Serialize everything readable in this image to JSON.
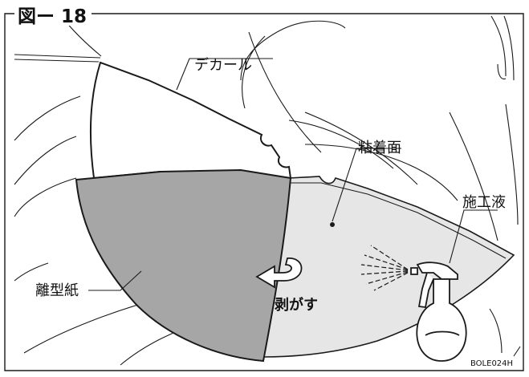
{
  "figure": {
    "title": "図ー 18",
    "code": "BOLE024H"
  },
  "labels": {
    "decal": "デカール",
    "adhesive_surface": "粘着面",
    "application_fluid": "施工液",
    "release_paper": "離型紙",
    "peel": "剥がす"
  },
  "colors": {
    "release_paper": "#a6a6a6",
    "adhesive_surface": "#e6e6e6",
    "line": "#1a1a1a"
  }
}
